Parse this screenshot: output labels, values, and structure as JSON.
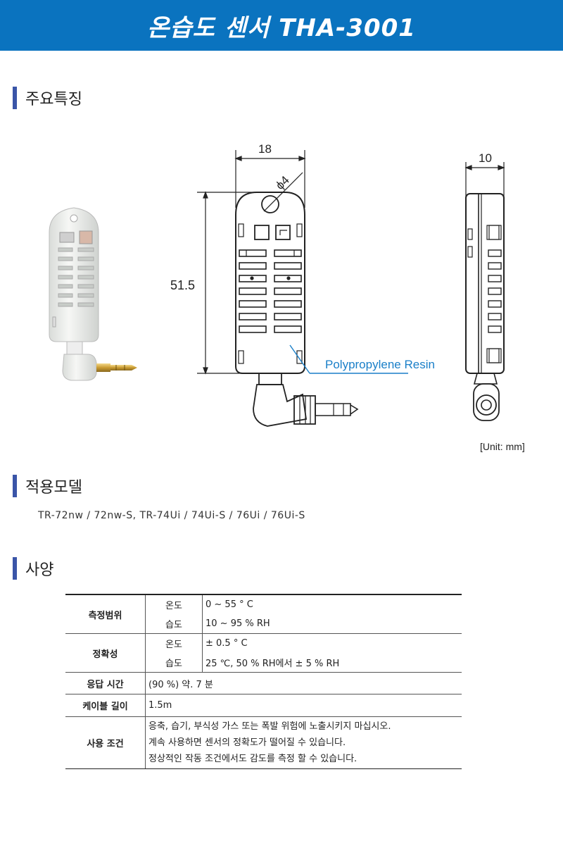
{
  "title": "온습도 센서 THA-3001",
  "sections": {
    "features": "주요특징",
    "models": "적용모델",
    "spec": "사양"
  },
  "drawing": {
    "width_dim": "18",
    "hole_dim": "ϕ4",
    "height_dim": "51.5",
    "side_dim": "10",
    "material_label": "Polypropylene Resin",
    "unit": "[Unit: mm]"
  },
  "models_text": "TR-72nw / 72nw-S, TR-74Ui / 74Ui-S / 76Ui / 76Ui-S",
  "spec": {
    "range_label": "측정범위",
    "range_temp_label": "온도",
    "range_temp_value": "0 ~ 55 ° C",
    "range_hum_label": "습도",
    "range_hum_value": "10 ~ 95 % RH",
    "accuracy_label": "정확성",
    "acc_temp_label": "온도",
    "acc_temp_value": "± 0.5 ° C",
    "acc_hum_label": "습도",
    "acc_hum_value": "25 ℃, 50 % RH에서 ± 5 % RH",
    "response_label": "응답 시간",
    "response_value": "(90 %) 약. 7 분",
    "cable_label": "케이블 길이",
    "cable_value": "1.5m",
    "usage_label": "사용 조건",
    "usage_line1": "응축, 습기, 부식성 가스 또는 폭발 위험에 노출시키지 마십시오.",
    "usage_line2": "계속 사용하면 센서의 정확도가 떨어질 수 있습니다.",
    "usage_line3": "정상적인 작동 조건에서도 감도를 측정 할 수 있습니다."
  },
  "colors": {
    "banner": "#0a73bf",
    "section_bar": "#3a55a8",
    "callout": "#1a7fc8"
  }
}
